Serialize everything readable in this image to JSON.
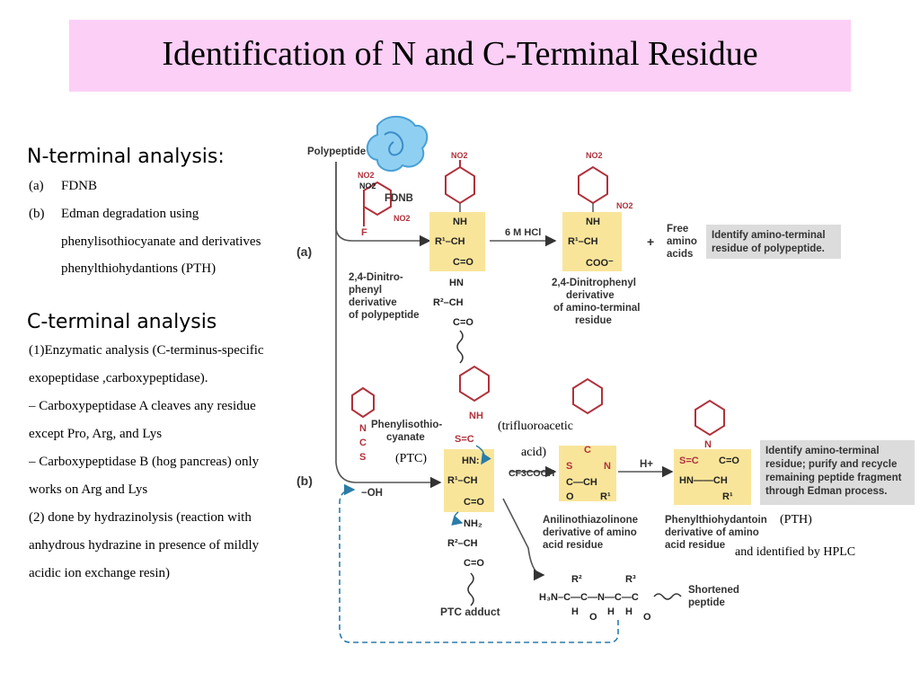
{
  "title": "Identification of N and C-Terminal Residue",
  "left": {
    "n_heading": "N-terminal analysis:",
    "n_items": [
      {
        "marker": "(a)",
        "text": "FDNB"
      },
      {
        "marker": "(b)",
        "text": "Edman degradation using"
      }
    ],
    "n_cont1": "phenylisothiocyanate  and  derivatives",
    "n_cont2": "phenylthiohydantions (PTH)",
    "c_heading": "C-terminal analysis",
    "c_lines": [
      "(1)Enzymatic analysis (C-terminus-specific",
      "exopeptidase ,carboxypeptidase).",
      "– Carboxypeptidase A cleaves any residue",
      "except Pro, Arg, and Lys",
      " – Carboxypeptidase B (hog pancreas) only",
      "works on Arg and Lys",
      "(2) done by hydrazinolysis (reaction with",
      "anhydrous hydrazine in presence of mildly",
      "acidic ion exchange resin)"
    ]
  },
  "diagram": {
    "polypeptide": "Polypeptide",
    "panel_a": "(a)",
    "panel_b": "(b)",
    "fdnb": "FDNB",
    "no2": "NO2",
    "f": "F",
    "hcl": "6 M  HCl",
    "plus": "+",
    "free_amino_acids": [
      "Free",
      "amino",
      "acids"
    ],
    "dnp_polypeptide": [
      "2,4-Dinitro-",
      "phenyl",
      "derivative",
      "of polypeptide"
    ],
    "dnp_residue": [
      "2,4-Dinitrophenyl",
      "derivative",
      "of amino-terminal",
      "residue"
    ],
    "box_a": [
      "Identify amino-terminal",
      "residue of polypeptide."
    ],
    "pitc": [
      "Phenylisothio-",
      "cyanate"
    ],
    "oh": "−OH",
    "cf3cooh": "CF3COOH",
    "hplus": "H+",
    "atz": [
      "Anilinothiazolinone",
      "derivative of amino",
      "acid residue"
    ],
    "pth": [
      "Phenylthiohydantoin",
      "derivative of amino",
      "acid residue"
    ],
    "box_b": [
      "Identify amino-terminal",
      "residue; purify and recycle",
      "remaining peptide fragment",
      "through Edman process."
    ],
    "ptc_adduct": "PTC adduct",
    "shortened": [
      "Shortened",
      "peptide"
    ],
    "annot_tfa1": "(trifluoroacetic",
    "annot_tfa2": "acid)",
    "annot_ptc": "(PTC)",
    "annot_pth": "(PTH)",
    "annot_hplc": "and  identified by HPLC",
    "colors": {
      "highlight": "#f9e59a",
      "struct": "#b0313b",
      "box": "#dcdcdc",
      "cycle": "#2b7ca8",
      "title_bg": "#fccff7"
    }
  }
}
